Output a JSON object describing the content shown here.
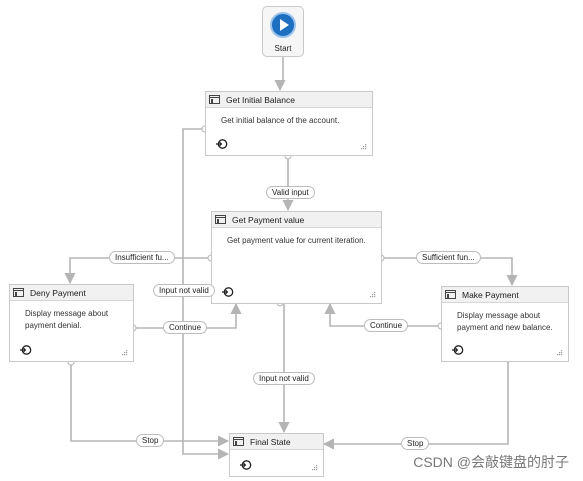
{
  "start": {
    "label": "Start"
  },
  "states": {
    "get_initial_balance": {
      "title": "Get Initial Balance",
      "description": "Get initial balance of the account."
    },
    "get_payment_value": {
      "title": "Get Payment value",
      "description": "Get payment value for current iteration."
    },
    "deny_payment": {
      "title": "Deny Payment",
      "description": "Display message about payment denial."
    },
    "make_payment": {
      "title": "Make Payment",
      "description": "Display message about payment and new balance."
    },
    "final_state": {
      "title": "Final State"
    }
  },
  "transitions": {
    "valid_input": "Valid input",
    "insufficient_funds": "Insufficient fu...",
    "sufficient_funds": "Sufficient fun...",
    "input_not_valid_left": "Input not valid",
    "input_not_valid_bottom": "Input not valid",
    "continue_from_deny": "Continue",
    "continue_from_make": "Continue",
    "stop_from_deny": "Stop",
    "stop_from_make": "Stop"
  },
  "colors": {
    "connector": "#b5b5b5",
    "start_accent": "#1e6fc0",
    "header_bg": "#f1f1f1",
    "border": "#c9c9c9"
  },
  "watermark": "CSDN @会敲键盘的肘子"
}
